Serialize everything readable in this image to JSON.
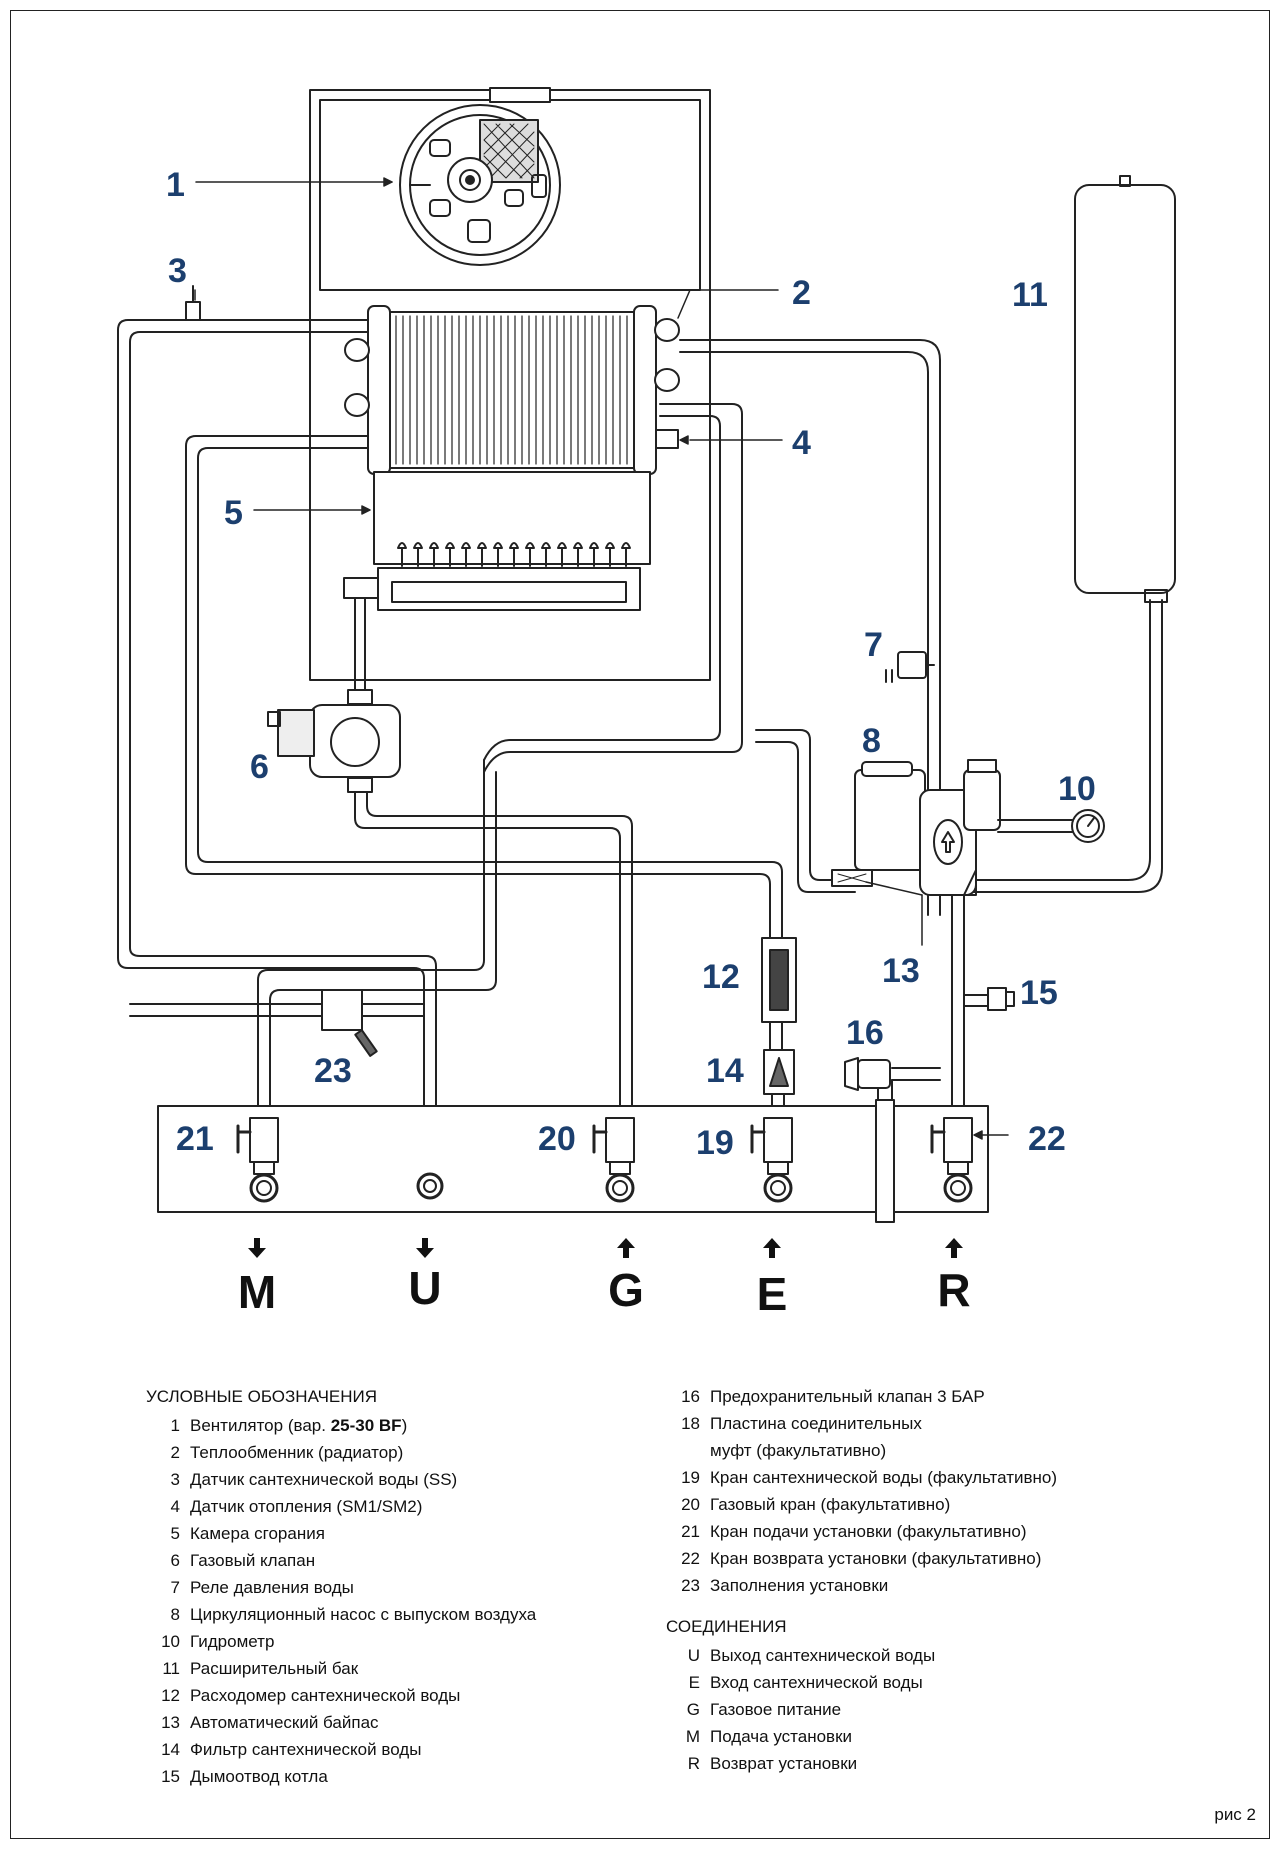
{
  "callouts": [
    "1",
    "2",
    "3",
    "4",
    "5",
    "6",
    "7",
    "8",
    "10",
    "11",
    "12",
    "13",
    "14",
    "15",
    "16",
    "19",
    "20",
    "21",
    "22",
    "23"
  ],
  "connections": [
    "M",
    "U",
    "G",
    "E",
    "R"
  ],
  "legend": {
    "title": "УСЛОВНЫЕ ОБОЗНАЧЕНИЯ",
    "item1_num": "1",
    "item1_text": "Вентилятор (вар. ",
    "item1_bold": "25-30 BF",
    "item1_end": ")",
    "items_left": [
      {
        "num": "2",
        "text": "Теплообменник (радиатор)"
      },
      {
        "num": "3",
        "text": "Датчик сантехнической воды (SS)"
      },
      {
        "num": "4",
        "text": "Датчик отопления (SM1/SM2)"
      },
      {
        "num": "5",
        "text": "Камера сгорания"
      },
      {
        "num": "6",
        "text": "Газовый клапан"
      },
      {
        "num": "7",
        "text": "Реле давления воды"
      },
      {
        "num": "8",
        "text": "Циркуляционный насос с выпуском воздуха"
      },
      {
        "num": "10",
        "text": "Гидрометр"
      },
      {
        "num": "11",
        "text": "Расширительный бак"
      },
      {
        "num": "12",
        "text": "Расходомер сантехнической воды"
      },
      {
        "num": "13",
        "text": "Автоматический байпас"
      },
      {
        "num": "14",
        "text": "Фильтр сантехнической воды"
      },
      {
        "num": "15",
        "text": "Дымоотвод котла"
      }
    ],
    "items_right": [
      {
        "num": "16",
        "text": "Предохранительный клапан 3 БАР"
      },
      {
        "num": "18",
        "text": "Пластина соединительных"
      },
      {
        "num": "",
        "text": "муфт (факультативно)"
      },
      {
        "num": "19",
        "text": "Кран сантехнической воды (факультативно)"
      },
      {
        "num": "20",
        "text": "Газовый кран (факультативно)"
      },
      {
        "num": "21",
        "text": "Кран подачи установки (факультативно)"
      },
      {
        "num": "22",
        "text": "Кран возврата установки (факультативно)"
      },
      {
        "num": "23",
        "text": "Заполнения установки"
      }
    ]
  },
  "connections_legend": {
    "title": "СОЕДИНЕНИЯ",
    "items": [
      {
        "num": "U",
        "text": "Выход сантехнической воды"
      },
      {
        "num": "E",
        "text": "Вход сантехнической воды"
      },
      {
        "num": "G",
        "text": "Газовое питание"
      },
      {
        "num": "M",
        "text": "Подача установки"
      },
      {
        "num": "R",
        "text": "Возврат установки"
      }
    ]
  },
  "figure_label": "рис 2",
  "colors": {
    "callout": "#1c3f6e",
    "line": "#222222"
  }
}
